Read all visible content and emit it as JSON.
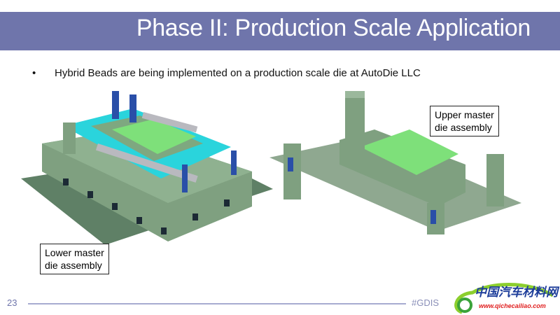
{
  "slide": {
    "title": "Phase II: Production Scale Application",
    "bullet_marker": "•",
    "bullets": [
      "Hybrid Beads are being implemented on a production scale die at AutoDie LLC"
    ],
    "labels": {
      "lower": [
        "Lower master",
        "die assembly"
      ],
      "upper": [
        "Upper master",
        "die assembly"
      ]
    },
    "page_number": "23",
    "footer_hashtag": "#GDIS"
  },
  "watermark": {
    "chinese": "中国汽车材料网",
    "url": "www.qichecailiao.com"
  },
  "colors": {
    "title_bar": "#6f75ab",
    "die_body": "#7fa080",
    "die_cyan": "#2ad4dc",
    "bead_green": "#7ee07a",
    "accent_blue": "#2a4fa8"
  }
}
